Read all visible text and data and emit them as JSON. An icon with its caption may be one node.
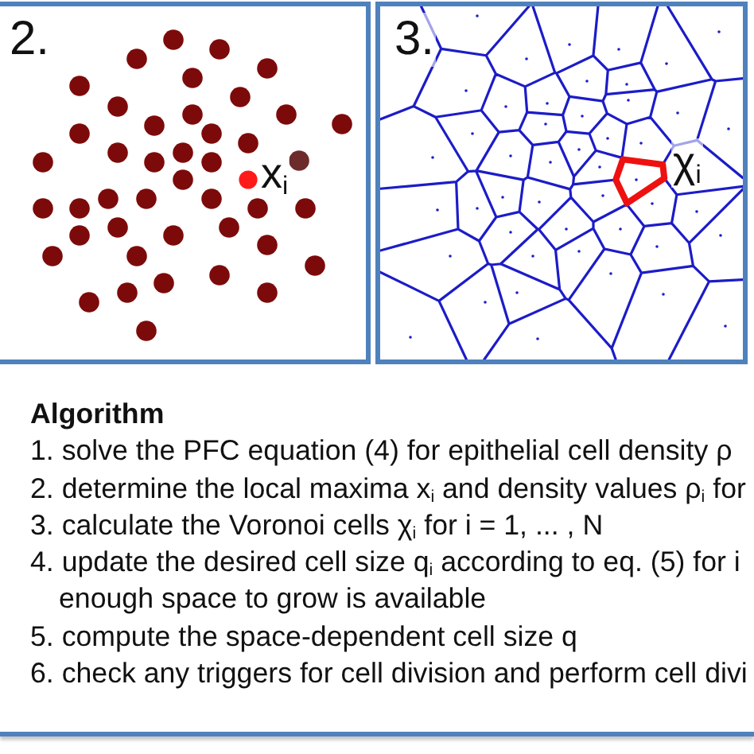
{
  "diagram": {
    "nodes": [
      {
        "text": [
          "2.",
          "x$_{i}$"
        ]
      },
      {
        "text": [
          "3.",
          "χ$_{i}$"
        ]
      }
    ],
    "labels": [
      "Algorithm",
      "1. solve the PFC equation (4) for epithelial cell density ρ",
      "2. determine the local maxima x$_{i}$ and density values ρ$_{i}$ for",
      "3. calculate the Voronoi cells χ$_{i}$ for i = 1, ... , N",
      "4. update the desired cell size q$_{i}$ according to eq. (5) for i",
      "enough space to grow is available",
      "5. compute the space-dependent cell size q",
      "6. check any triggers for cell division and perform cell divi"
    ]
  }
}
